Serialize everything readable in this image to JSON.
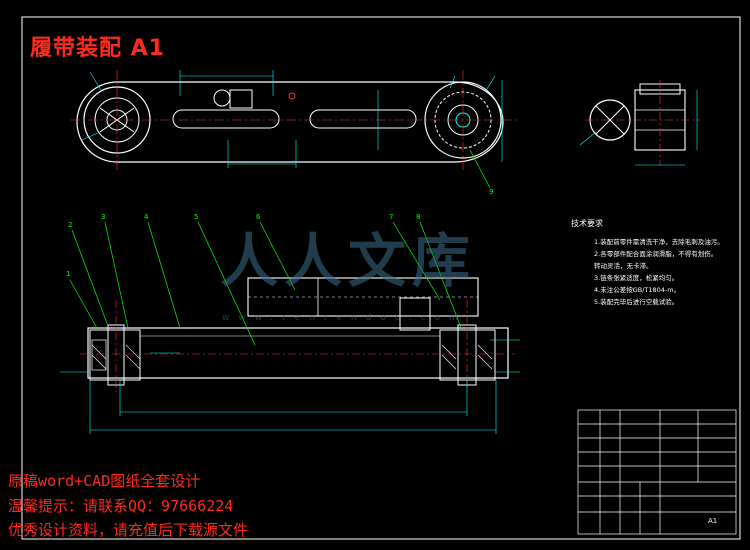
{
  "drawing": {
    "title": "履带装配 A1",
    "sheet_code": "A1"
  },
  "balloons": [
    "1",
    "2",
    "3",
    "4",
    "5",
    "6",
    "7",
    "8",
    "9"
  ],
  "tech_notes": {
    "title": "技术要求",
    "items": [
      "1.装配前零件需清洗干净，去除毛刺及油污。",
      "2.各零部件配合面涂润滑脂，不得有划伤。",
      "转动灵活，无卡滞。",
      "3.链条张紧适度，松紧均匀。",
      "4.未注公差按GB/T1804-m。",
      "5.装配完毕后进行空载试验。"
    ]
  },
  "watermark": {
    "text": "人人文库",
    "url": "www.renrendoc.com"
  },
  "ad_lines": [
    "原稿word+CAD图纸全套设计",
    "温馨提示：请联系QQ：97666224",
    "优秀设计资料，请充值后下载源文件"
  ],
  "colors": {
    "background": "#000000",
    "outline": "#ffffff",
    "dimension": "#00ffff",
    "centerline": "#ff3030",
    "leader": "#00ff00",
    "title": "#ff2a1a",
    "watermark": "#3d6d8c"
  }
}
